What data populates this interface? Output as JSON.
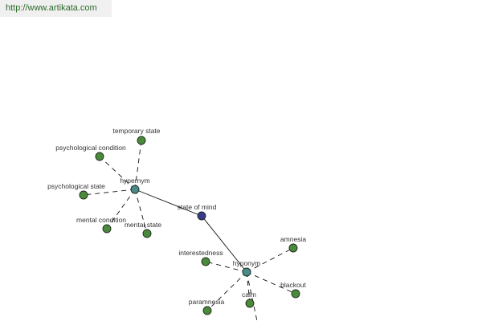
{
  "header": {
    "url_text": "http://www.artikata.com"
  },
  "colors": {
    "center_node": "#3a3a8c",
    "hub_node": "#4a8a8a",
    "leaf_node": "#4a8a3a",
    "node_stroke": "#1e2a1e",
    "edge": "#111111",
    "url_text": "#2a6a2a",
    "label_text": "#333333"
  },
  "graph": {
    "center": {
      "label": "state of mind"
    },
    "hubs": [
      {
        "label": "hypernym",
        "leaves": [
          "temporary state",
          "psychological condition",
          "psychological state",
          "mental condition",
          "mental state"
        ]
      },
      {
        "label": "hyponym",
        "leaves": [
          "amnesia",
          "interestedness",
          "blackout",
          "paramnesia",
          "calm"
        ]
      }
    ]
  }
}
